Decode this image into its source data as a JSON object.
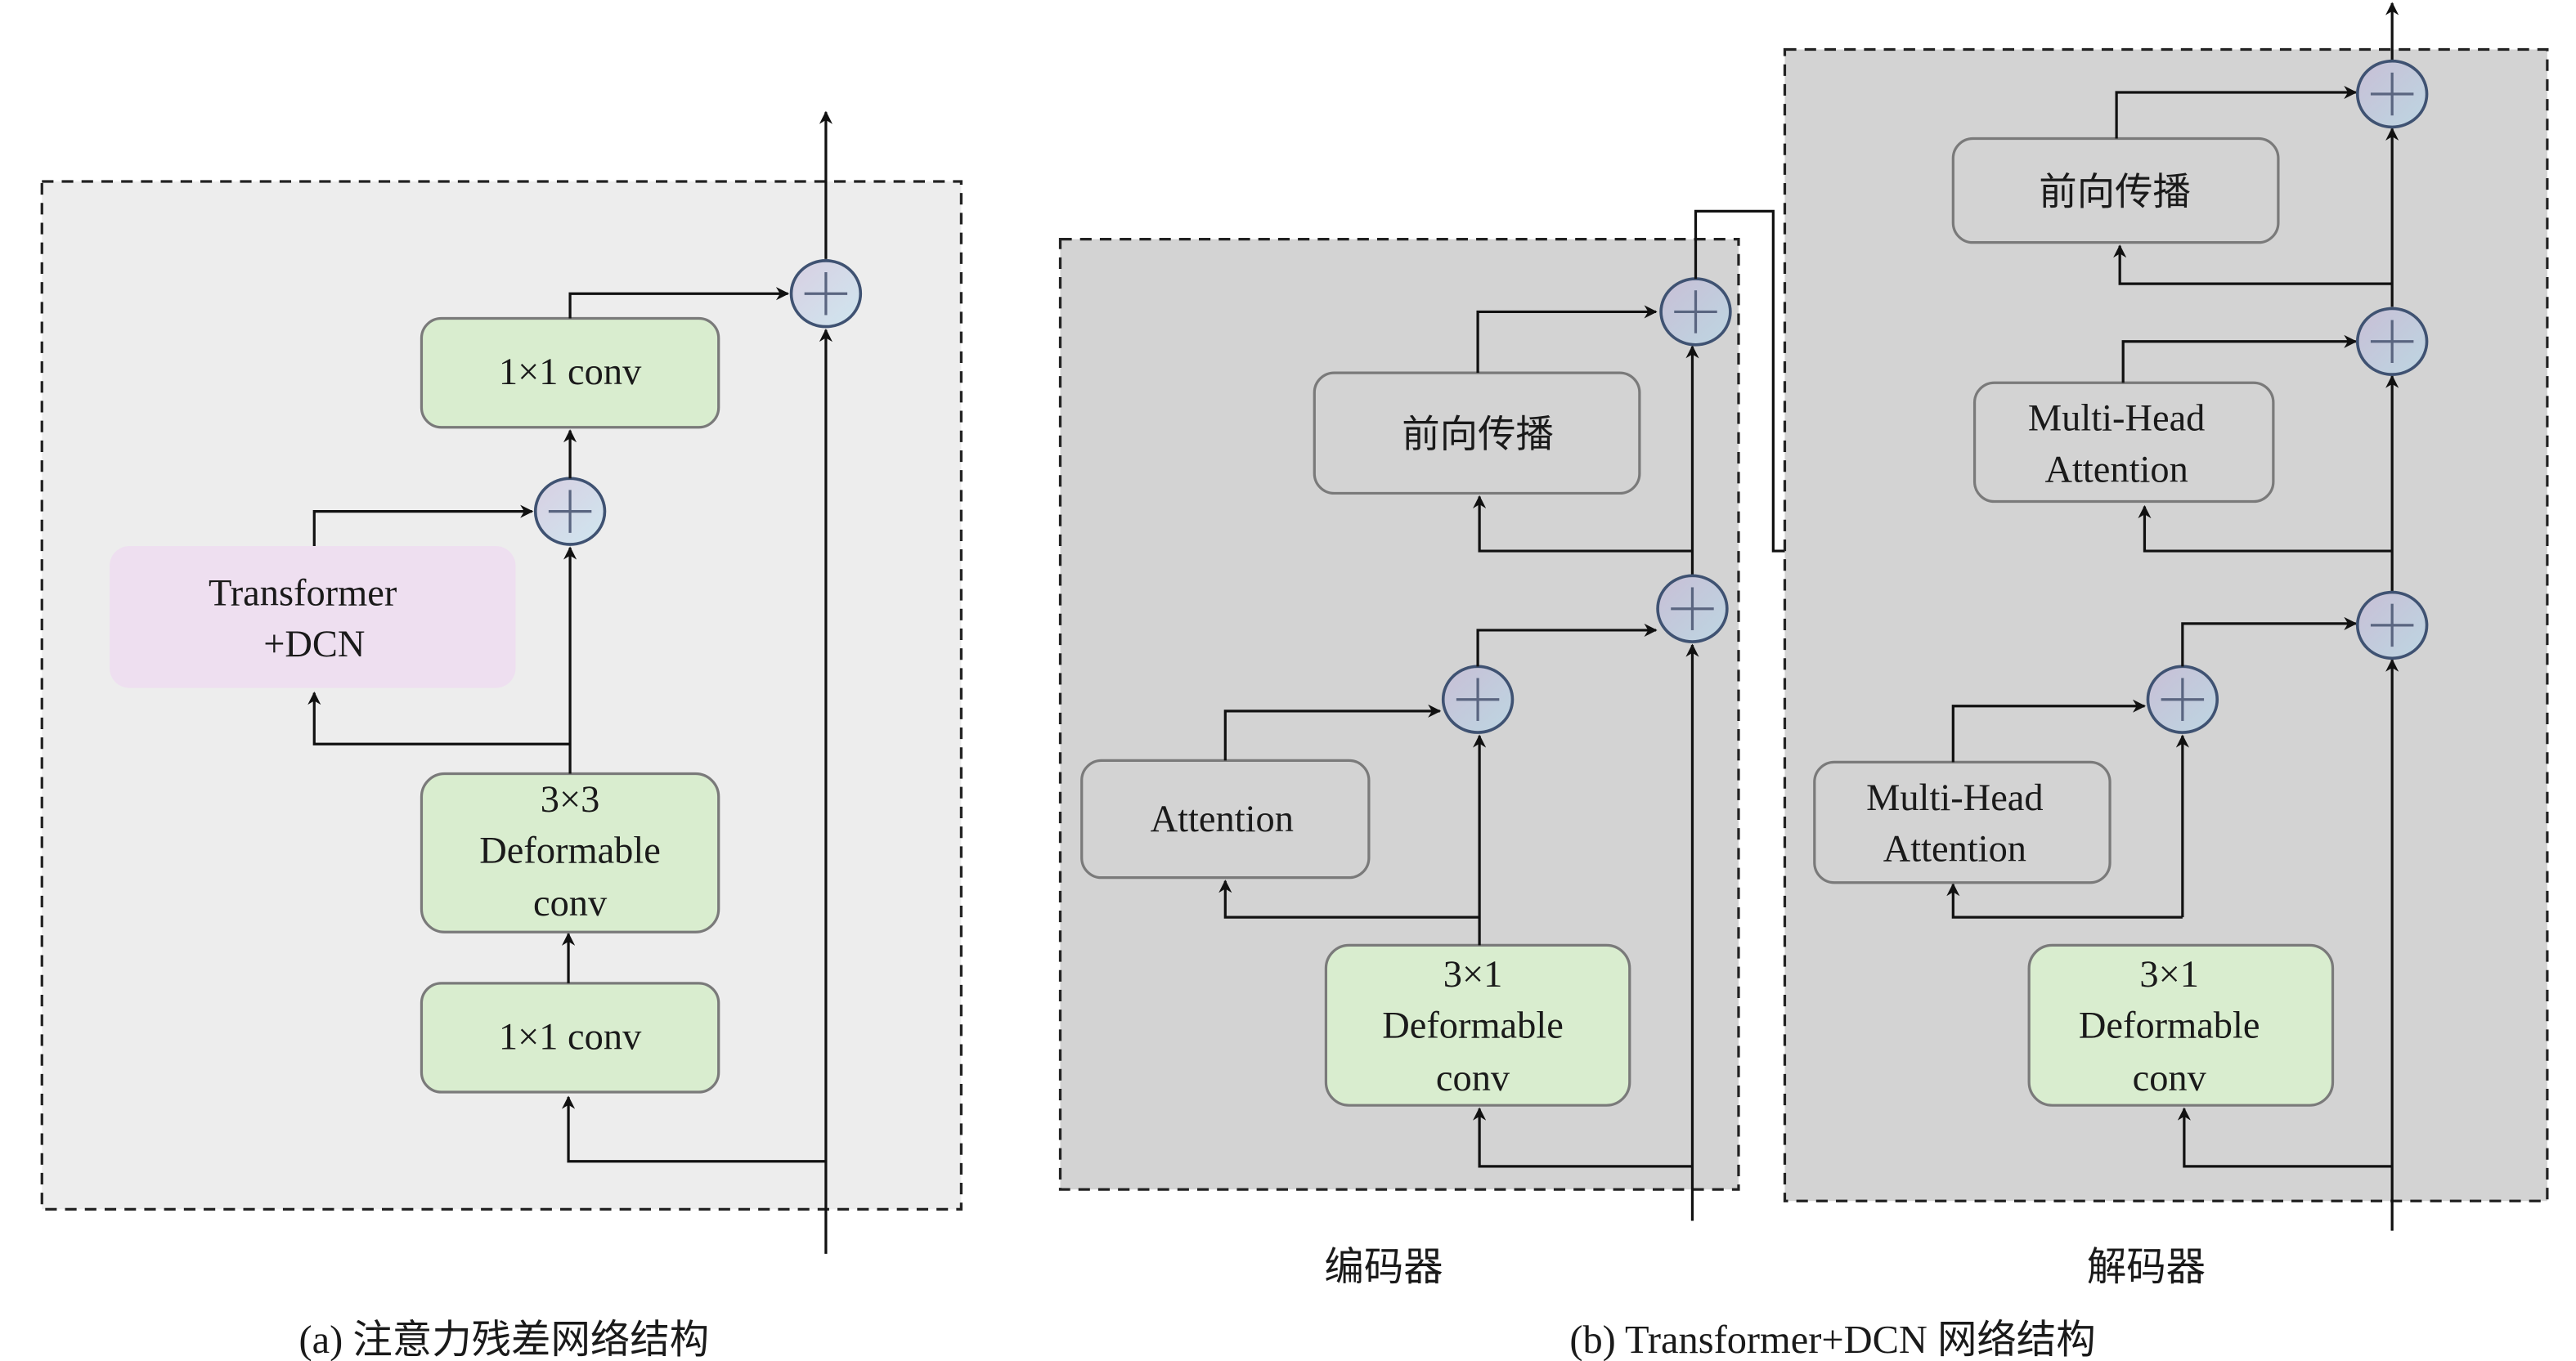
{
  "panel_a": {
    "caption": "(a) 注意力残差网络结构",
    "boxes": {
      "conv1x1_top": "1×1 conv",
      "transformer_line1": "Transformer",
      "transformer_line2": "+DCN",
      "deform_line1": "3×3",
      "deform_line2": "Deformable",
      "deform_line3": "conv",
      "conv1x1_bottom": "1×1 conv"
    }
  },
  "panel_b": {
    "caption": "(b) Transformer+DCN 网络结构",
    "encoder": {
      "label": "编码器",
      "feed_forward": "前向传播",
      "attention": "Attention",
      "deform_line1": "3×1",
      "deform_line2": "Deformable",
      "deform_line3": "conv"
    },
    "decoder": {
      "label": "解码器",
      "feed_forward": "前向传播",
      "mha_top_line1": "Multi-Head",
      "mha_top_line2": "Attention",
      "mha_bottom_line1": "Multi-Head",
      "mha_bottom_line2": "Attention",
      "deform_line1": "3×1",
      "deform_line2": "Deformable",
      "deform_line3": "conv"
    }
  },
  "colors": {
    "conv_fill": "#d9edcf",
    "transformer_fill": "#eedff0",
    "panel_a_bg": "#ededed",
    "panel_b_bg": "#d3d3d3",
    "sum_node_stroke": "#3f5272"
  }
}
